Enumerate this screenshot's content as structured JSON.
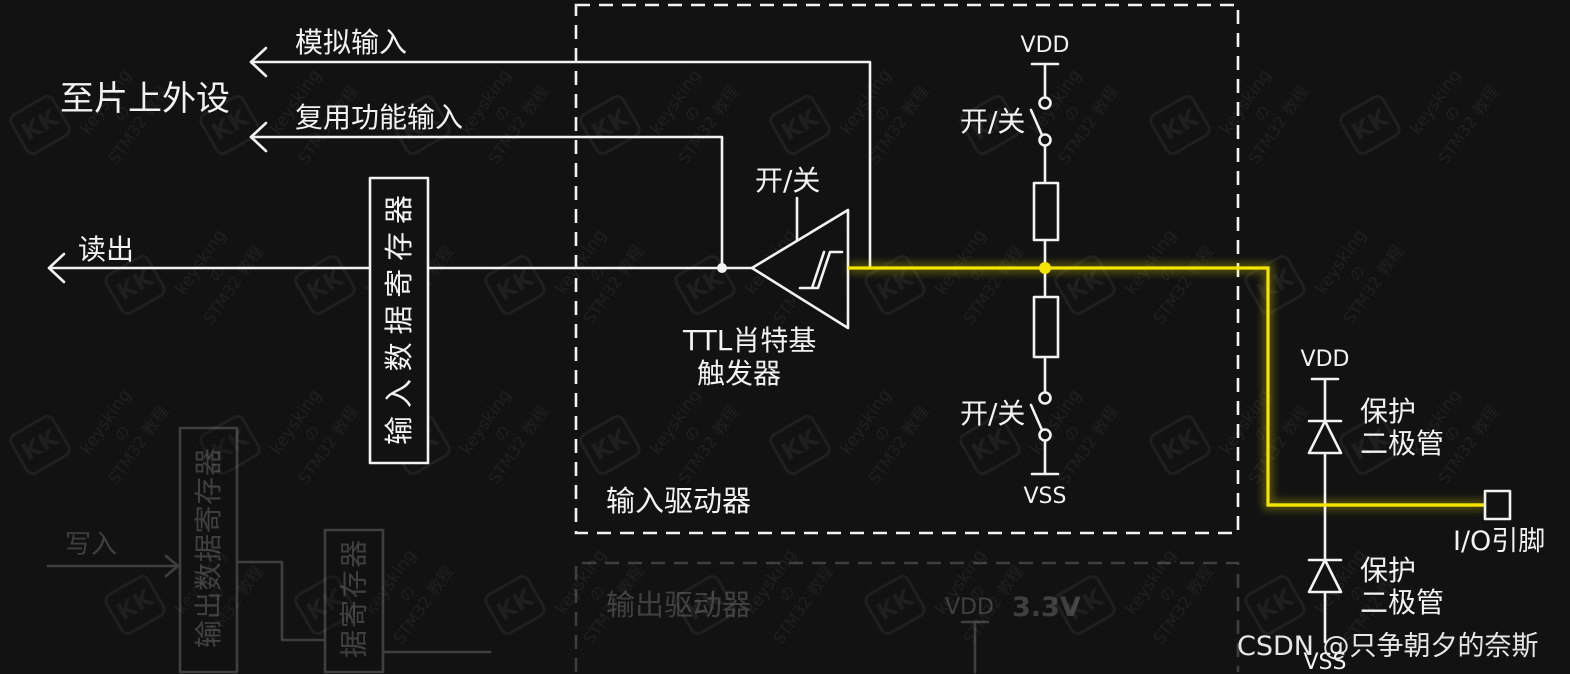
{
  "colors": {
    "background": "#121212",
    "line": "#f2f2f2",
    "highlight": "#f4e400"
  },
  "labels": {
    "analog_input": "模拟输入",
    "to_peripheral": "至片上外设",
    "alt_function_input": "复用功能输入",
    "read_out": "读出",
    "input_data_register": "输入数据寄存器",
    "trigger_switch": "开/关",
    "trigger_name_line1": "TTL肖特基",
    "trigger_name_line2": "触发器",
    "input_driver": "输入驱动器",
    "pullup_supply": "VDD",
    "pullup_switch": "开/关",
    "pulldown_switch": "开/关",
    "pulldown_ground": "VSS",
    "diode_supply": "VDD",
    "diode_top_line1": "保护",
    "diode_top_line2": "二极管",
    "diode_bottom_line1": "保护",
    "diode_bottom_line2": "二极管",
    "diode_ground": "VSS",
    "io_pin": "I/O引脚"
  },
  "faded": {
    "write_in": "写入",
    "output_data_register": "输出数据寄存器",
    "set_reset_register": "据寄存器",
    "output_driver": "输出驱动器",
    "supply": "VDD",
    "voltage": "3.3V"
  },
  "watermark": {
    "logo": "KK",
    "name": "keysking",
    "particle": "の",
    "course": "STM32 教程",
    "credit": "CSDN @只争朝夕的奈斯"
  }
}
